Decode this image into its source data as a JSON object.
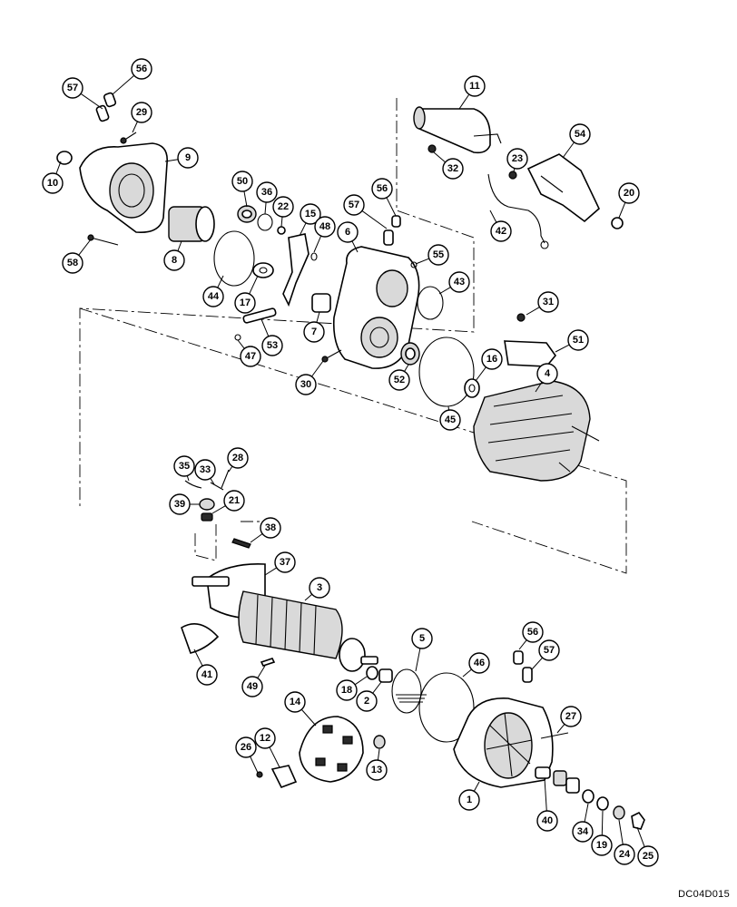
{
  "drawing_code": "DC04D015",
  "callouts": [
    {
      "label": "56"
    },
    {
      "label": "57"
    },
    {
      "label": "29"
    },
    {
      "label": "9"
    },
    {
      "label": "10"
    },
    {
      "label": "58"
    },
    {
      "label": "8"
    },
    {
      "label": "50"
    },
    {
      "label": "36"
    },
    {
      "label": "22"
    },
    {
      "label": "15"
    },
    {
      "label": "48"
    },
    {
      "label": "44"
    },
    {
      "label": "17"
    },
    {
      "label": "53"
    },
    {
      "label": "47"
    },
    {
      "label": "57"
    },
    {
      "label": "56"
    },
    {
      "label": "6"
    },
    {
      "label": "55"
    },
    {
      "label": "43"
    },
    {
      "label": "7"
    },
    {
      "label": "30"
    },
    {
      "label": "52"
    },
    {
      "label": "45"
    },
    {
      "label": "11"
    },
    {
      "label": "32"
    },
    {
      "label": "23"
    },
    {
      "label": "54"
    },
    {
      "label": "20"
    },
    {
      "label": "42"
    },
    {
      "label": "31"
    },
    {
      "label": "51"
    },
    {
      "label": "16"
    },
    {
      "label": "4"
    },
    {
      "label": "35"
    },
    {
      "label": "33"
    },
    {
      "label": "28"
    },
    {
      "label": "39"
    },
    {
      "label": "21"
    },
    {
      "label": "38"
    },
    {
      "label": "37"
    },
    {
      "label": "3"
    },
    {
      "label": "41"
    },
    {
      "label": "49"
    },
    {
      "label": "5"
    },
    {
      "label": "46"
    },
    {
      "label": "18"
    },
    {
      "label": "2"
    },
    {
      "label": "56"
    },
    {
      "label": "57"
    },
    {
      "label": "14"
    },
    {
      "label": "12"
    },
    {
      "label": "26"
    },
    {
      "label": "13"
    },
    {
      "label": "27"
    },
    {
      "label": "1"
    },
    {
      "label": "40"
    },
    {
      "label": "34"
    },
    {
      "label": "19"
    },
    {
      "label": "24"
    },
    {
      "label": "25"
    }
  ]
}
